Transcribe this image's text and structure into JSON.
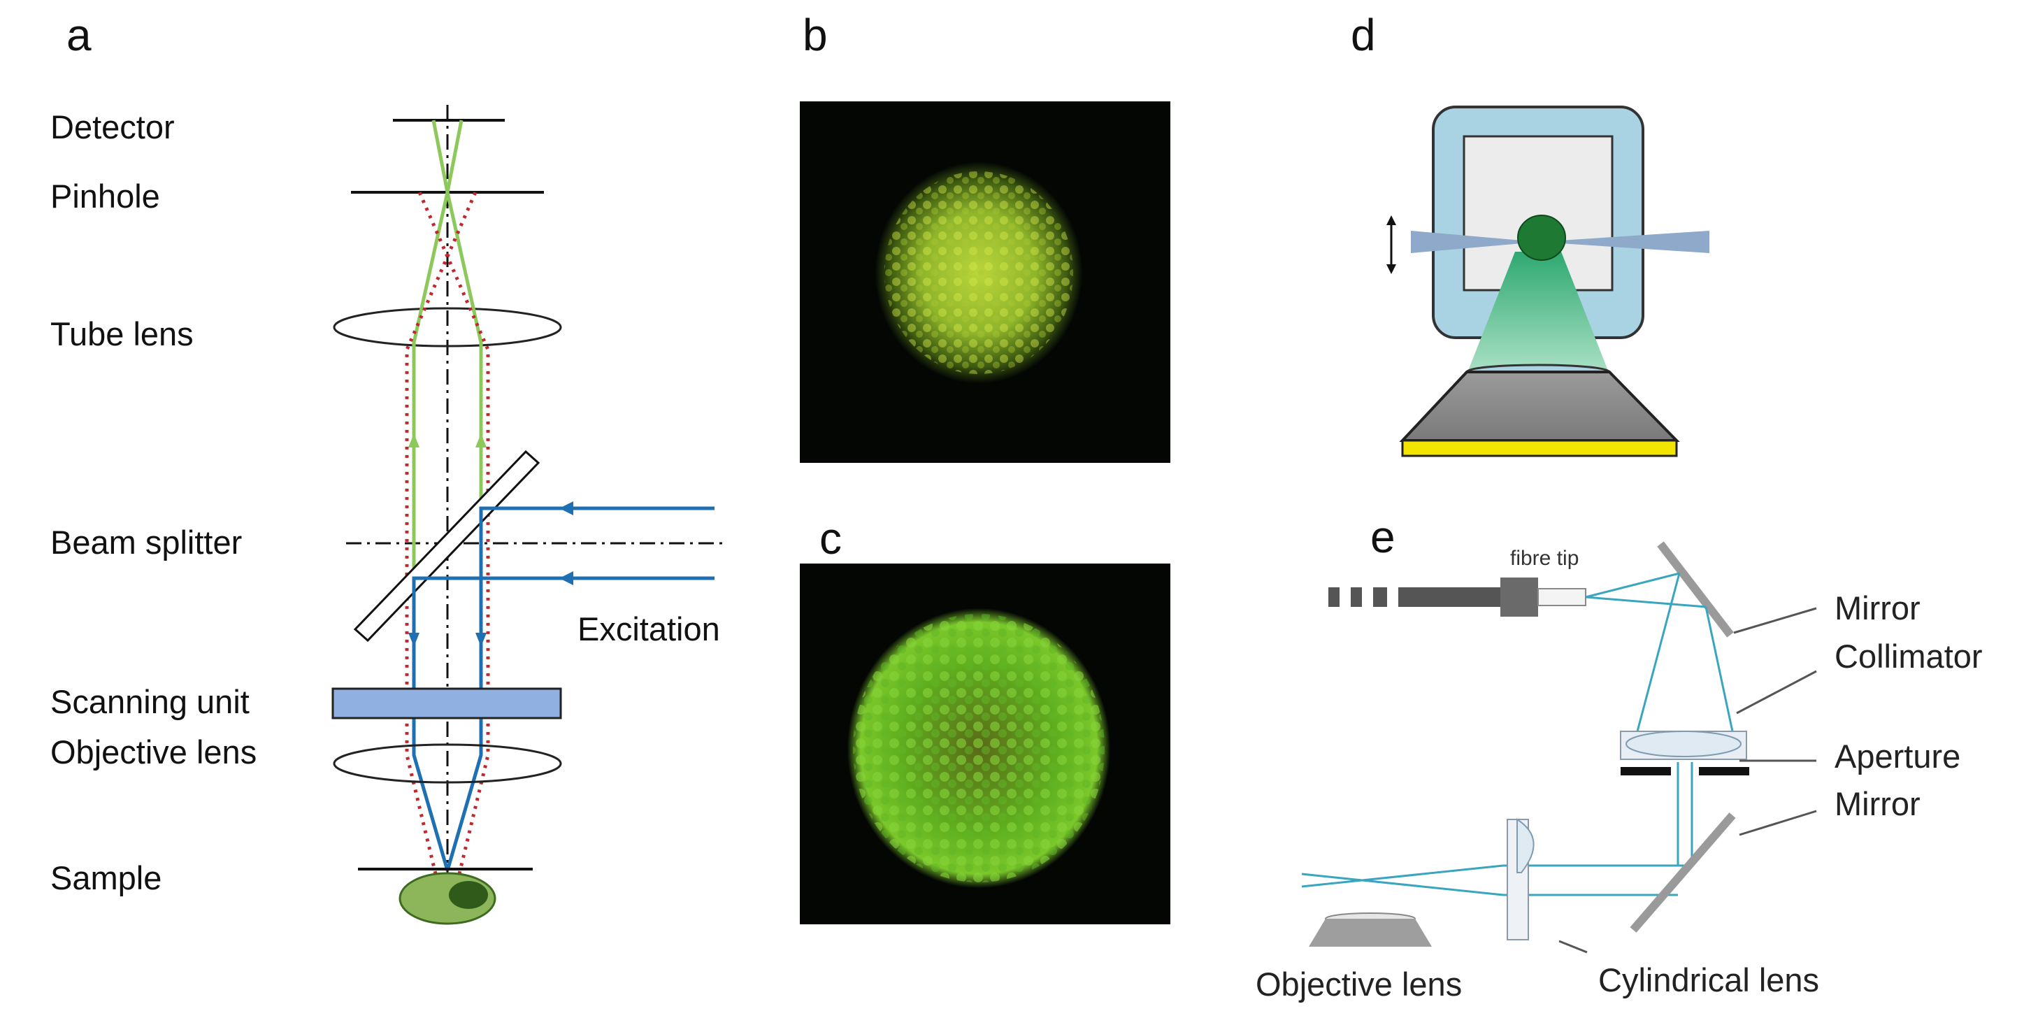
{
  "panels": {
    "a": "a",
    "b": "b",
    "c": "c",
    "d": "d",
    "e": "e"
  },
  "panel_a": {
    "detector": "Detector",
    "pinhole": "Pinhole",
    "tube_lens": "Tube lens",
    "beam_splitter": "Beam splitter",
    "excitation": "Excitation",
    "scanning_unit": "Scanning unit",
    "objective_lens": "Objective lens",
    "sample": "Sample"
  },
  "panel_e": {
    "fibre_tip": "fibre tip",
    "mirror_top": "Mirror",
    "collimator": "Collimator",
    "aperture": "Aperture",
    "mirror_bottom": "Mirror",
    "objective_lens": "Objective lens",
    "cylindrical_lens": "Cylindrical lens"
  },
  "colors": {
    "emission": "#8cc85a",
    "excitation": "#1f6fb3",
    "out_of_focus": "#c0282d",
    "scanning_unit": "#8fb0e0",
    "chamber": "#a9d3e3",
    "light_sheet": "#8ea9c9",
    "fluorescence_cone": "#4fbf8a",
    "camera_strip": "#f2e600",
    "beam_e": "#3aa5bf"
  }
}
